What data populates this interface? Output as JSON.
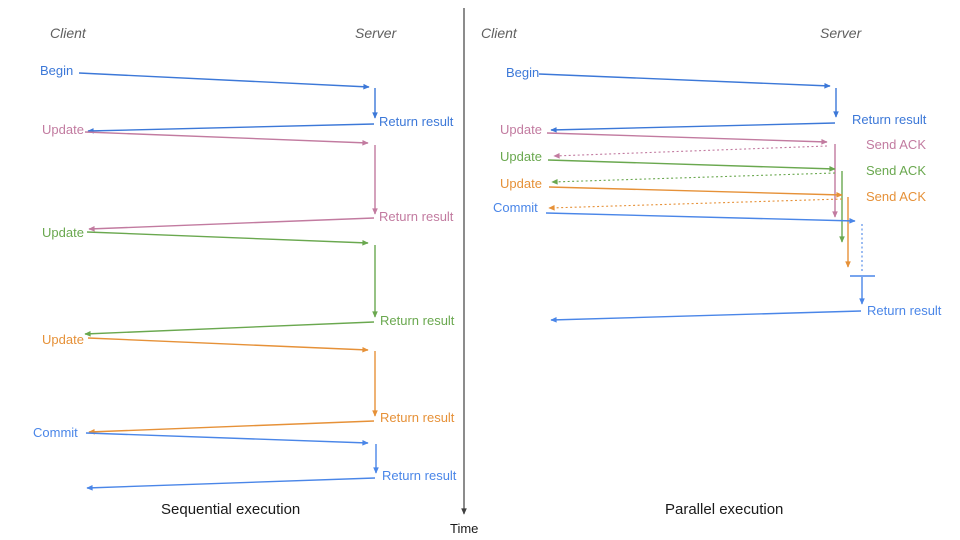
{
  "left_panel": {
    "client_header": "Client",
    "server_header": "Server",
    "title": "Sequential execution",
    "rows": [
      {
        "request": "Begin",
        "response": "Return result"
      },
      {
        "request": "Update",
        "response": "Return result"
      },
      {
        "request": "Update",
        "response": "Return result"
      },
      {
        "request": "Update",
        "response": "Return result"
      },
      {
        "request": "Commit",
        "response": "Return result"
      }
    ]
  },
  "right_panel": {
    "client_header": "Client",
    "server_header": "Server",
    "title": "Parallel execution",
    "rows": [
      {
        "request": "Begin",
        "response": "Return result"
      },
      {
        "request": "Update",
        "response": "Send ACK"
      },
      {
        "request": "Update",
        "response": "Send ACK"
      },
      {
        "request": "Update",
        "response": "Send ACK"
      },
      {
        "request": "Commit",
        "response": "Return result"
      }
    ]
  },
  "time_axis": {
    "label": "Time"
  },
  "colors": {
    "begin_blue": "#3c78d8",
    "commit_blue": "#4a86e8",
    "update_pink": "#c27ba0",
    "update_green": "#6aa84f",
    "update_orange": "#e69138",
    "header_gray": "#5f5f5f",
    "axis_dark": "#3f3f3f"
  }
}
